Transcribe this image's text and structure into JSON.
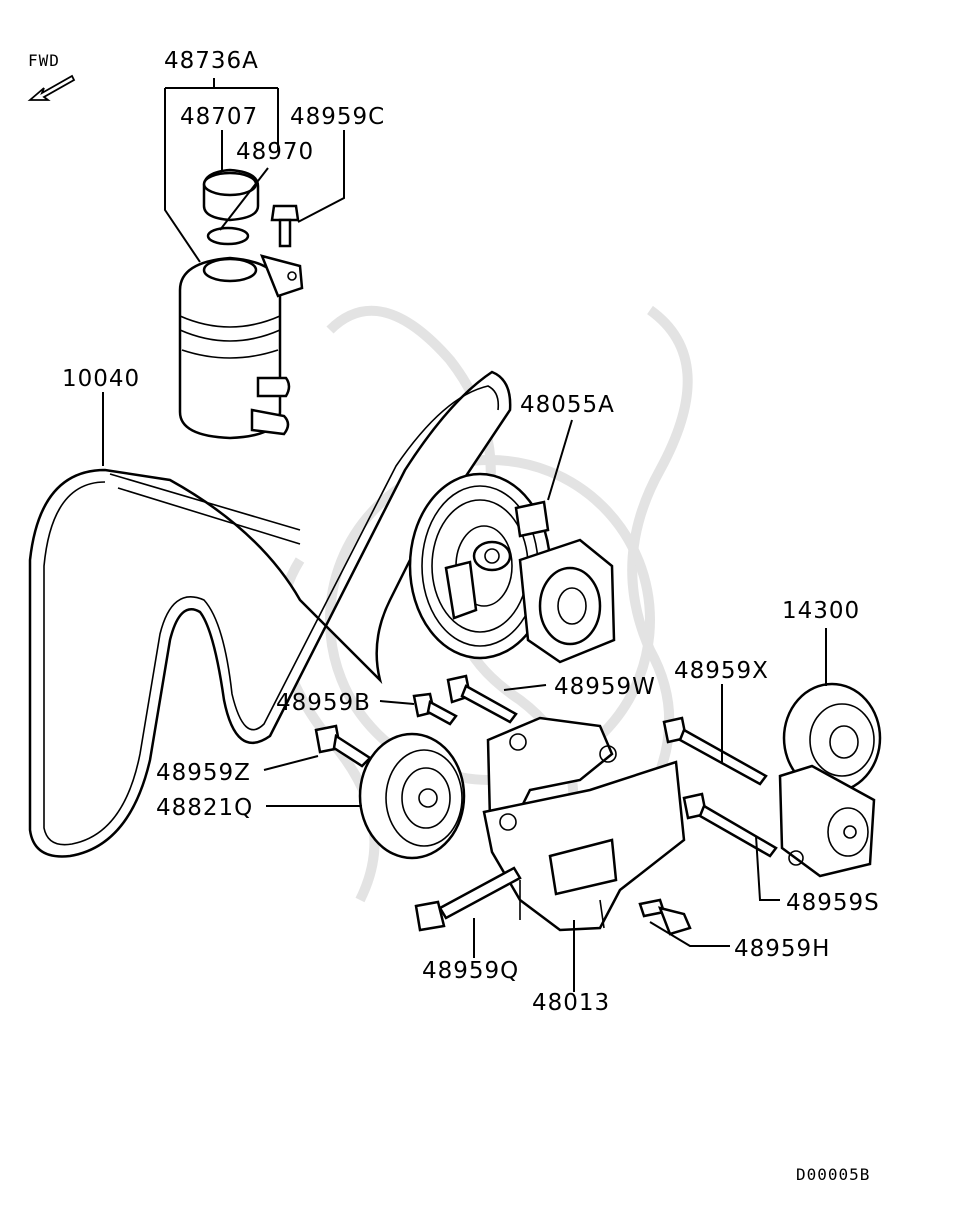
{
  "fwd_label": "FWD",
  "diagram_code": "D00005B",
  "labels": {
    "p48736A": "48736A",
    "p48707": "48707",
    "p48959C": "48959C",
    "p48970": "48970",
    "p10040": "10040",
    "p48055A": "48055A",
    "p14300": "14300",
    "p48959X": "48959X",
    "p48959B": "48959B",
    "p48959W": "48959W",
    "p48959Z": "48959Z",
    "p48821Q": "48821Q",
    "p48959S": "48959S",
    "p48959H": "48959H",
    "p48959Q": "48959Q",
    "p48013": "48013"
  }
}
